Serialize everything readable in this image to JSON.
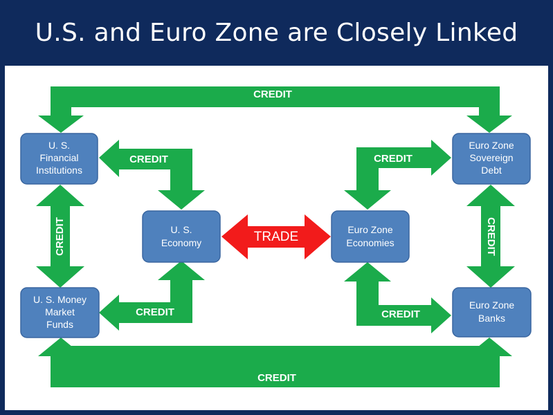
{
  "title": "U.S. and Euro Zone are Closely Linked",
  "colors": {
    "title_bar": "#0f2a5c",
    "node": "#4f81bd",
    "credit_arrow": "#1bab4b",
    "trade_arrow": "#f21b1b"
  },
  "nodes": {
    "us_financial": [
      "U. S.",
      "Financial",
      "Institutions"
    ],
    "us_economy": [
      "U. S.",
      "Economy"
    ],
    "us_money_market": [
      "U. S. Money",
      "Market",
      "Funds"
    ],
    "ez_sovereign": [
      "Euro Zone",
      "Sovereign",
      "Debt"
    ],
    "ez_economies": [
      "Euro Zone",
      "Economies"
    ],
    "ez_banks": [
      "Euro Zone",
      "Banks"
    ]
  },
  "arrows": {
    "credit": "CREDIT",
    "trade": "TRADE"
  }
}
